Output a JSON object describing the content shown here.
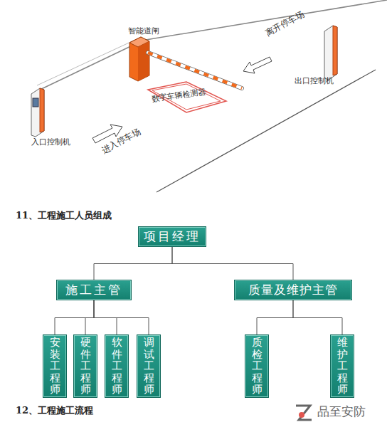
{
  "diagram": {
    "title": "11、工程施工人员组成",
    "nodes": [
      {
        "text": [
          "项目经理"
        ]
      },
      {
        "text": [
          "施工主管"
        ]
      },
      {
        "text": [
          "质量及维护主管"
        ]
      },
      {
        "text": [
          "安装工程师"
        ]
      },
      {
        "text": [
          "硬件工程师"
        ]
      },
      {
        "text": [
          "软件工程师"
        ]
      },
      {
        "text": [
          "调试工程师"
        ]
      },
      {
        "text": [
          "质检工程师"
        ]
      },
      {
        "text": [
          "维护工程师"
        ]
      }
    ],
    "edges": [
      {
        "from": 0,
        "to": 1,
        "arrow": "none"
      },
      {
        "from": 0,
        "to": 2,
        "arrow": "none"
      },
      {
        "from": 1,
        "to": 3,
        "arrow": "none"
      },
      {
        "from": 1,
        "to": 4,
        "arrow": "none"
      },
      {
        "from": 1,
        "to": 5,
        "arrow": "none"
      },
      {
        "from": 1,
        "to": 6,
        "arrow": "none"
      },
      {
        "from": 2,
        "to": 7,
        "arrow": "none"
      },
      {
        "from": 2,
        "to": 8,
        "arrow": "none"
      }
    ],
    "labels": [
      "智能道闸",
      "离开停车场",
      "出口控制机",
      "数字车辆检测器",
      "入口控制机",
      "进入停车场",
      "12、工程施工流程",
      "品至安防"
    ]
  }
}
